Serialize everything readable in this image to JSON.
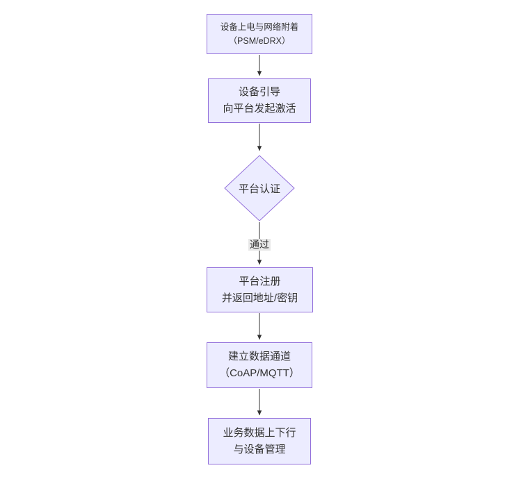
{
  "diagram": {
    "type": "flowchart-vertical",
    "colors": {
      "node_fill": "#ECECFF",
      "node_border": "#9370DB",
      "arrow": "#333333",
      "text": "#333333",
      "edge_label_bg": "#e8e8e8",
      "background": "#ffffff"
    },
    "nodes": {
      "power": {
        "line1": "设备上电与网络附着",
        "line2": "（PSM/eDRX）"
      },
      "bootstrap": {
        "line1": "设备引导",
        "line2": "向平台发起激活"
      },
      "auth": {
        "label": "平台认证"
      },
      "register": {
        "line1": "平台注册",
        "line2": "并返回地址/密钥"
      },
      "channel": {
        "line1": "建立数据通道",
        "line2": "（CoAP/MQTT）"
      },
      "business": {
        "line1": "业务数据上下行",
        "line2": "与设备管理"
      }
    },
    "edges": {
      "auth_pass_label": "通过"
    }
  }
}
